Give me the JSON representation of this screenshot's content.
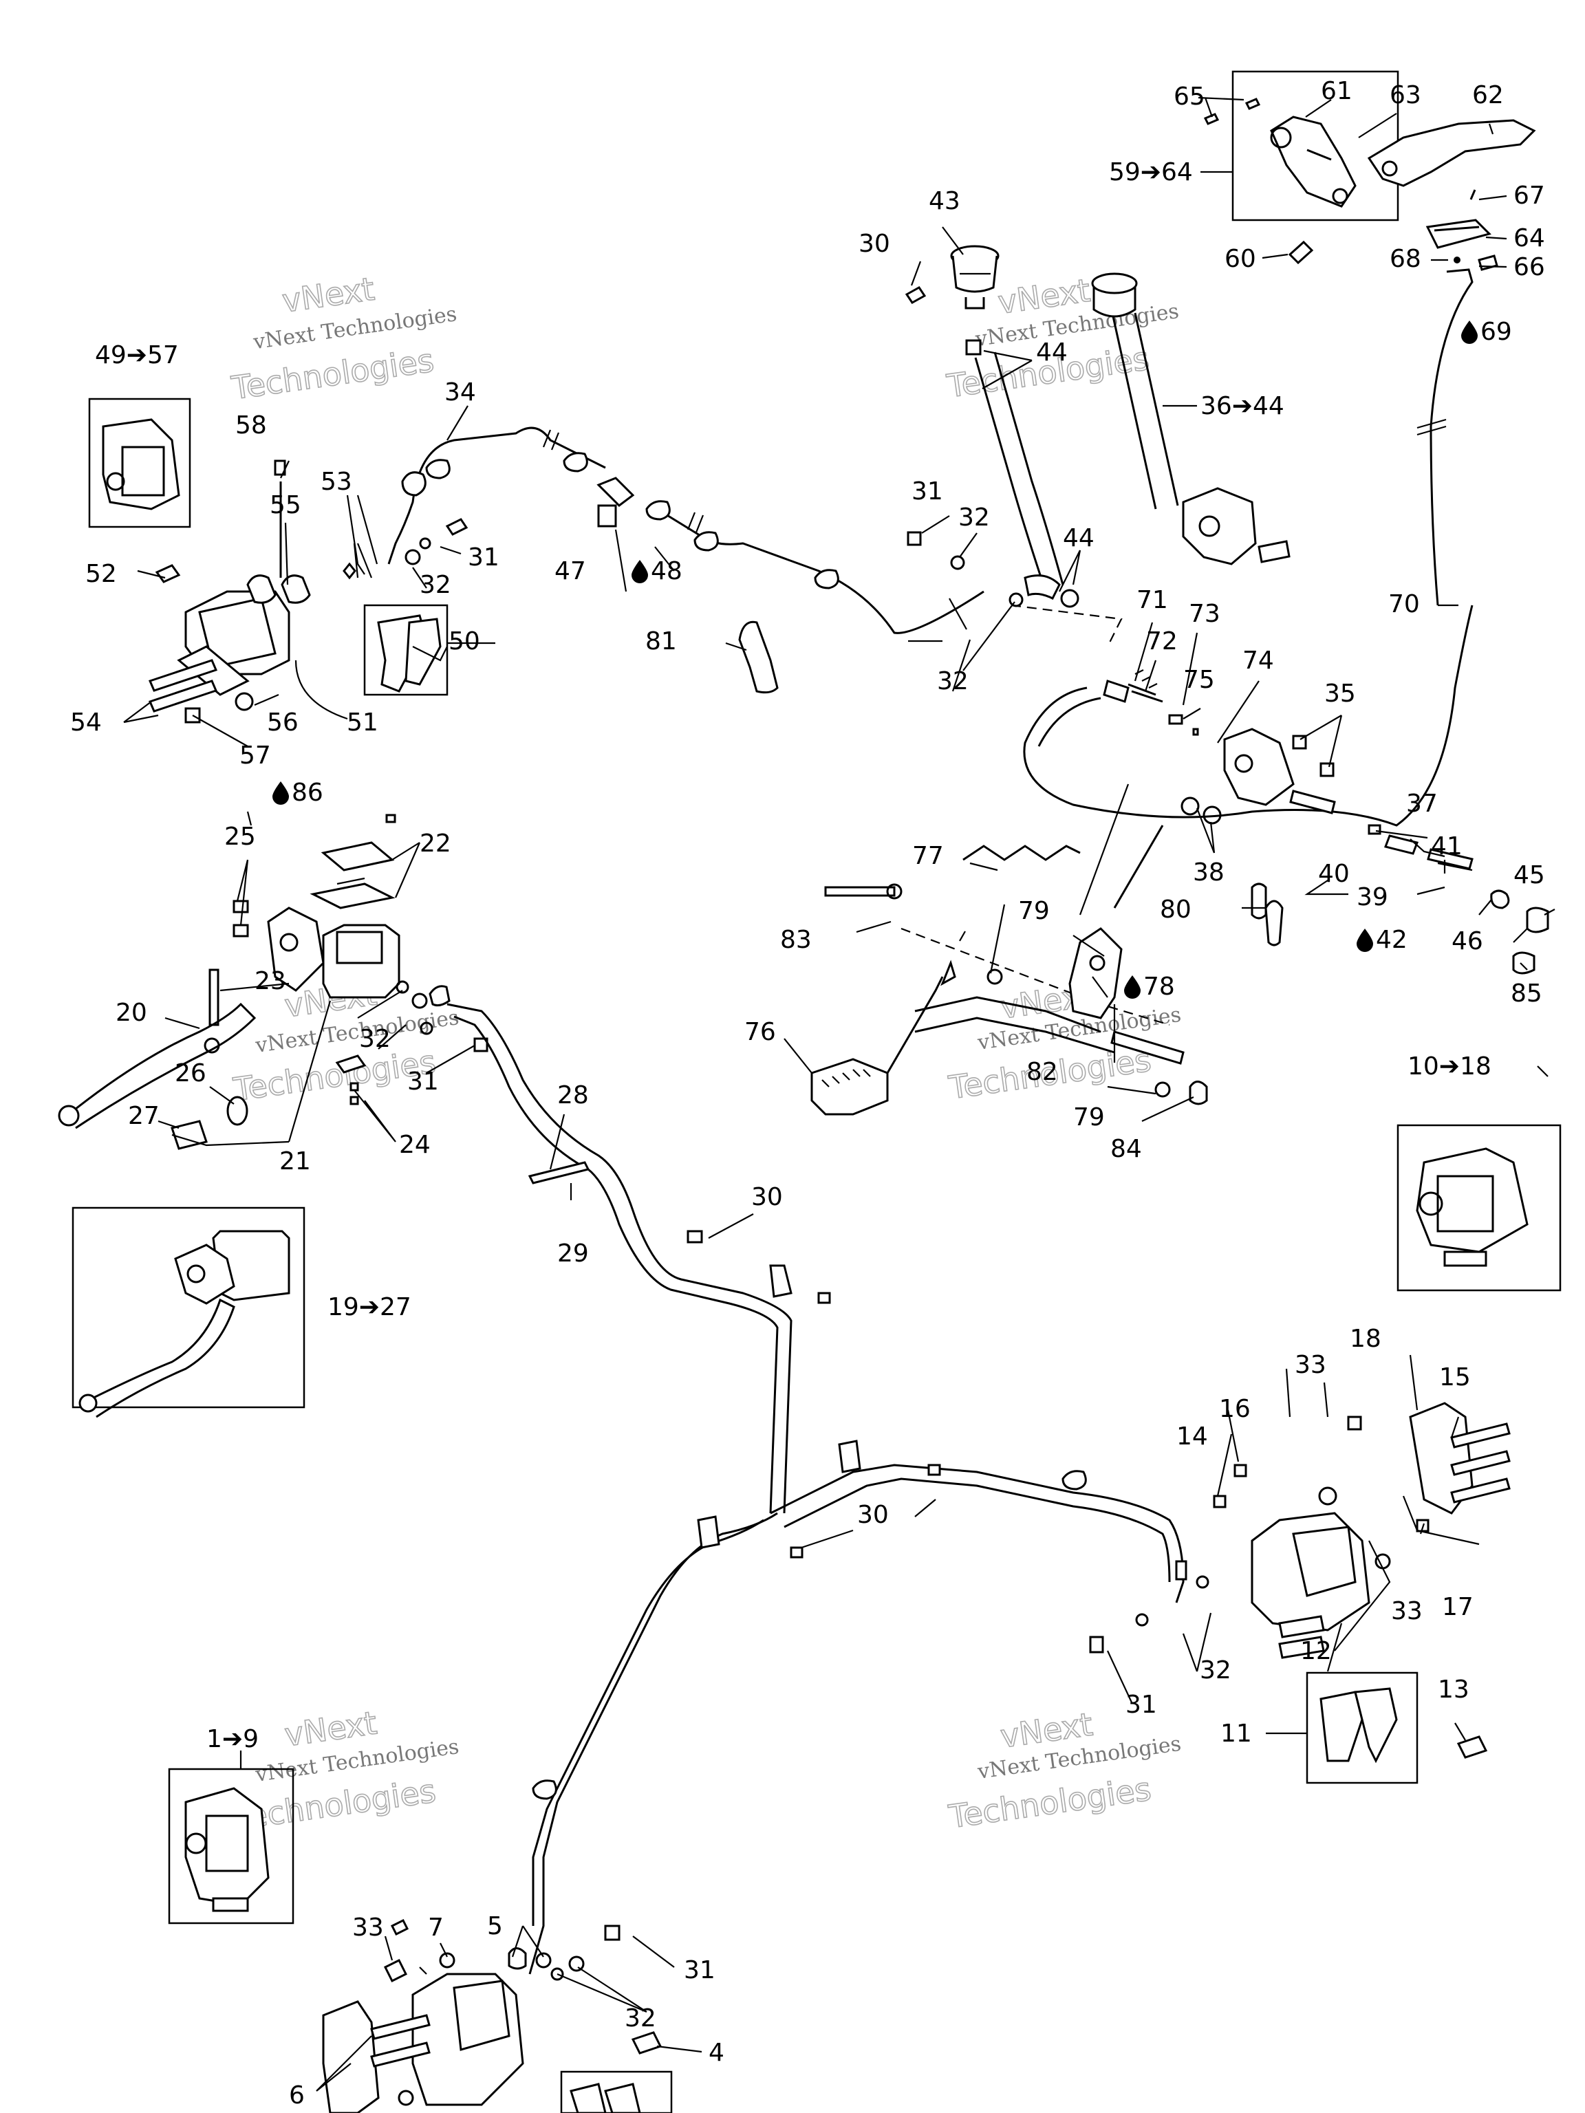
{
  "watermark": {
    "line1": "vNext Technologies",
    "line2": "Technologies",
    "line2_prefix": "vNext"
  },
  "labels": {
    "l1_9": "1➔9",
    "l4": "4",
    "l5": "5",
    "l6": "6",
    "l7": "7",
    "l10_18": "10➔18",
    "l11": "11",
    "l12": "12",
    "l13": "13",
    "l14": "14",
    "l15": "15",
    "l16": "16",
    "l17": "17",
    "l18": "18",
    "l19_27": "19➔27",
    "l20": "20",
    "l21": "21",
    "l22": "22",
    "l23": "23",
    "l24": "24",
    "l25": "25",
    "l26": "26",
    "l27": "27",
    "l28": "28",
    "l29": "29",
    "l30a": "30",
    "l30b": "30",
    "l30c": "30",
    "l31a": "31",
    "l31b": "31",
    "l31c": "31",
    "l31d": "31",
    "l31e": "31",
    "l32a": "32",
    "l32b": "32",
    "l32c": "32",
    "l32d": "32",
    "l32e": "32",
    "l32f": "32",
    "l33a": "33",
    "l33b": "33",
    "l33c": "33",
    "l34": "34",
    "l35": "35",
    "l36_44": "36➔44",
    "l37": "37",
    "l38": "38",
    "l39": "39",
    "l40": "40",
    "l41": "41",
    "l42": "42",
    "l43": "43",
    "l44a": "44",
    "l44b": "44",
    "l45": "45",
    "l46": "46",
    "l47": "47",
    "l48": "48",
    "l49_57": "49➔57",
    "l50": "50",
    "l51": "51",
    "l52": "52",
    "l53": "53",
    "l54": "54",
    "l55": "55",
    "l56": "56",
    "l57": "57",
    "l58": "58",
    "l59_64": "59➔64",
    "l60": "60",
    "l61": "61",
    "l62": "62",
    "l63": "63",
    "l64": "64",
    "l65": "65",
    "l66": "66",
    "l67": "67",
    "l68": "68",
    "l69": "69",
    "l70": "70",
    "l71": "71",
    "l72": "72",
    "l73": "73",
    "l74": "74",
    "l75": "75",
    "l76": "76",
    "l77": "77",
    "l78": "78",
    "l79a": "79",
    "l79b": "79",
    "l80": "80",
    "l81": "81",
    "l82": "82",
    "l83": "83",
    "l84": "84",
    "l85": "85",
    "l86": "86"
  },
  "icons": {
    "fluid_drop": "drop-icon",
    "arrow": "right-arrow-icon"
  },
  "colors": {
    "ink": "#000000",
    "background": "#ffffff",
    "watermark": "#999999"
  }
}
